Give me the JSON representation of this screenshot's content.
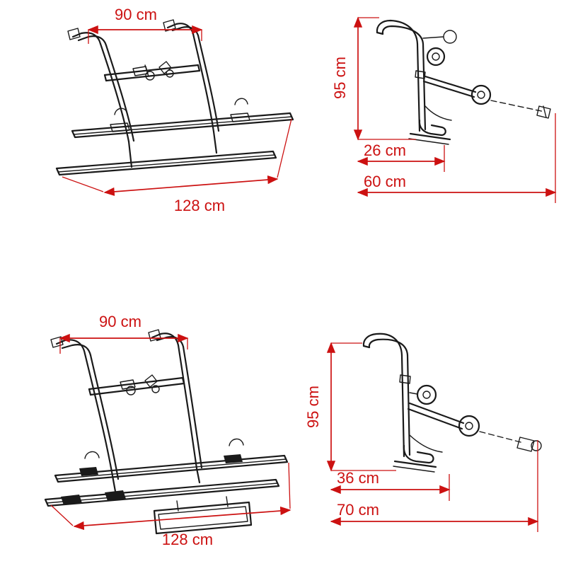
{
  "colors": {
    "dimension": "#cc1111",
    "drawing": "#1a1a1a",
    "background": "#ffffff"
  },
  "diagrams": {
    "front_top": {
      "dim_width_top": "90 cm",
      "dim_width_bottom": "128 cm"
    },
    "side_top": {
      "dim_height": "95 cm",
      "dim_depth_inner": "26 cm",
      "dim_depth_outer": "60 cm"
    },
    "front_bottom": {
      "dim_width_top": "90 cm",
      "dim_width_bottom": "128 cm"
    },
    "side_bottom": {
      "dim_height": "95 cm",
      "dim_depth_inner": "36 cm",
      "dim_depth_outer": "70 cm"
    }
  }
}
